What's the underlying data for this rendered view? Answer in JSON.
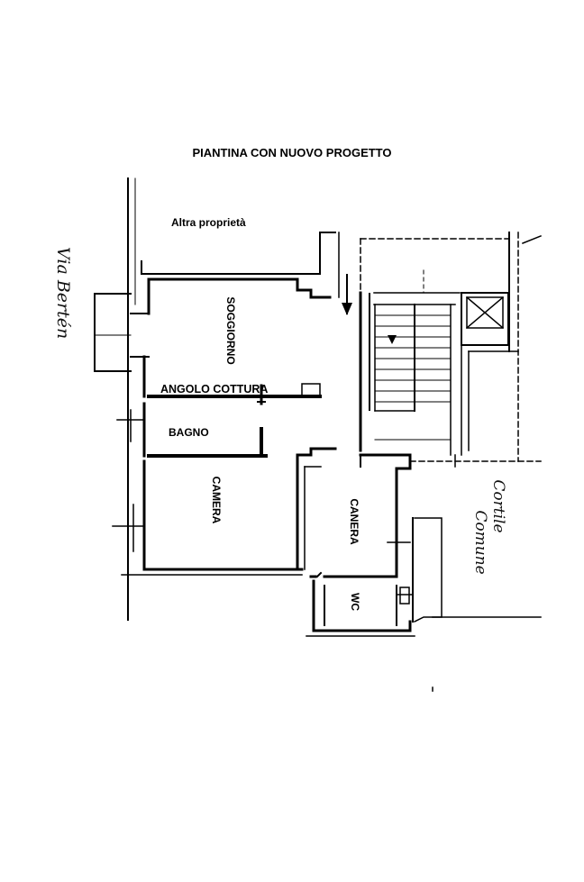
{
  "title": "PIANTINA CON NUOVO PROGETTO",
  "labels": {
    "altra_proprieta": "Altra proprietà",
    "soggiorno": "SOGGIORNO",
    "angolo_cottura": "ANGOLO COTTURA",
    "bagno": "BAGNO",
    "camera_1": "CAMERA",
    "camera_2": "CANERA",
    "wc": "WC"
  },
  "handwritten": {
    "street": "Via Bertén",
    "courtyard_line1": "Cortile",
    "courtyard_line2": "Comune"
  }
}
